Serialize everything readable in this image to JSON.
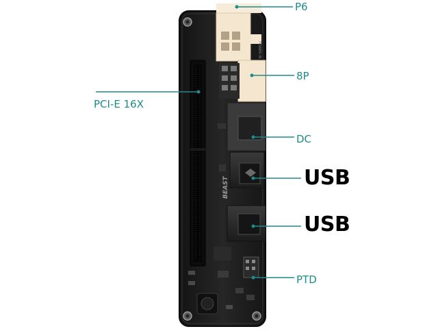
{
  "labels": {
    "p6": "P6",
    "eight_pin": "8P",
    "pcie": "PCI-E 16X",
    "dc": "DC",
    "usb_top": "USB",
    "usb_bottom": "USB",
    "ptd": "PTD"
  },
  "board_marks": {
    "brand": "BEAST",
    "power_in": "POWER IN"
  },
  "colors": {
    "leader_line": "#1f8a8a",
    "board": "#1b1b1b",
    "connector": "#f4e6cf"
  }
}
